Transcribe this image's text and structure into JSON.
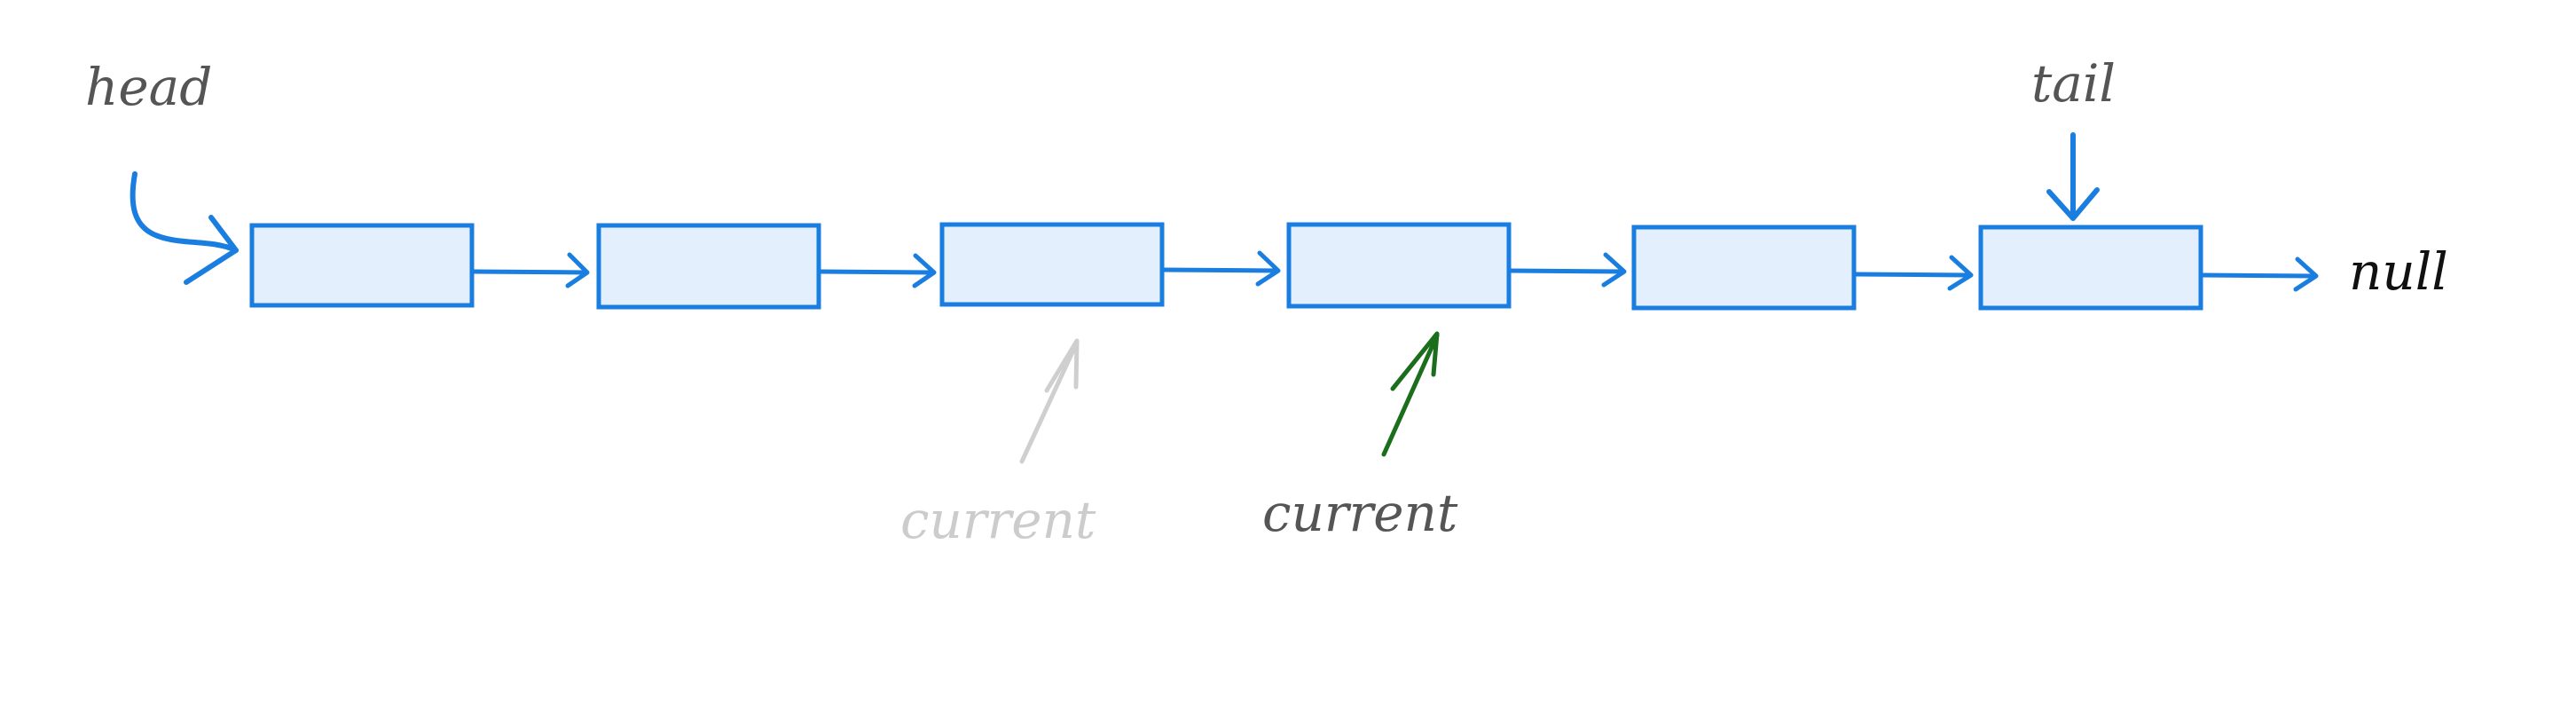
{
  "labels": {
    "head": "head",
    "tail": "tail",
    "null": "null",
    "current_prev": "current",
    "current": "current"
  },
  "nodes": [
    {
      "id": "node-1"
    },
    {
      "id": "node-2"
    },
    {
      "id": "node-3"
    },
    {
      "id": "node-4"
    },
    {
      "id": "node-5"
    },
    {
      "id": "node-6"
    }
  ],
  "colors": {
    "node_fill": "#e3effc",
    "node_stroke": "#1a7ee0",
    "arrow": "#1a7ee0",
    "label_dark": "#555555",
    "label_null": "#111111",
    "current_prev": "#cccccc",
    "current_arrow_prev": "#cfcfcf",
    "current_arrow": "#1b6e1b"
  }
}
